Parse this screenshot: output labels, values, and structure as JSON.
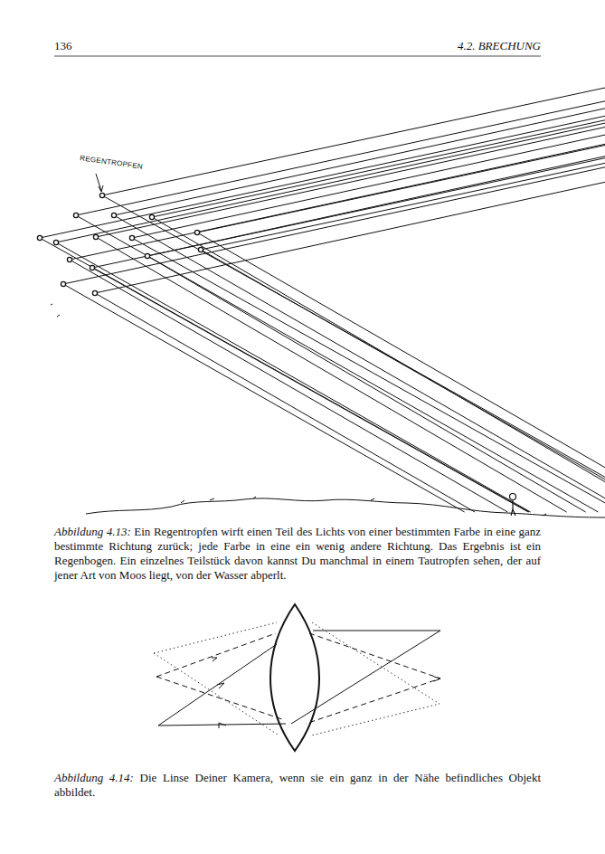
{
  "diagram": {
    "labels": [
      "136",
      "4.2. BRECHUNG",
      "REGENTROPFEN",
      "Abbildung 4.13:",
      "Ein Regentropfen wirft einen Teil des Lichts von einer bestimmten Farbe in eine ganz bestimmte Richtung zurück; jede Farbe in eine ein wenig andere Richtung. Das Ergebnis ist ein Regenbogen. Ein einzelnes Teilstück davon kannst Du manchmal in einem Tautropfen sehen, der auf jener Art von Moos liegt, von der Wasser abperlt.",
      "Abbildung 4.14:",
      "Die Linse Deiner Kamera, wenn sie ein ganz in der Nähe befindliches Objekt abbildet."
    ]
  }
}
